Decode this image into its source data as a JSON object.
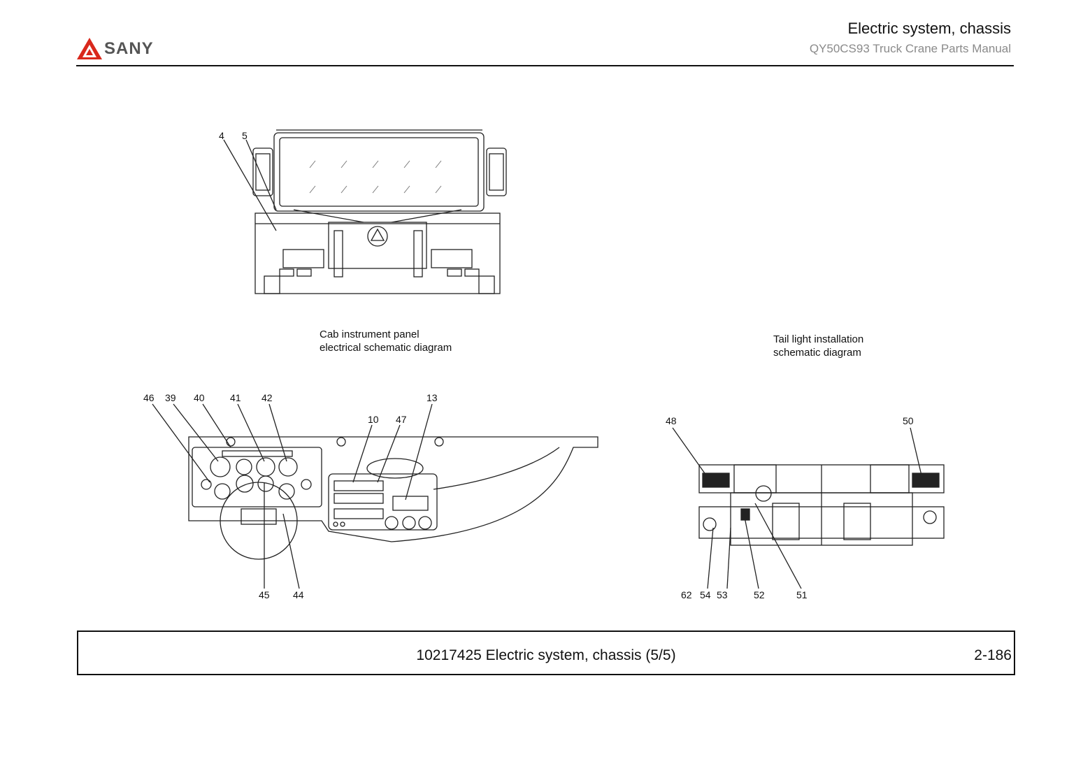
{
  "header": {
    "logo_text": "SANY",
    "brand_color": "#d9281c",
    "title": "Electric system, chassis",
    "subtitle": "QY50CS93 Truck Crane  Parts Manual"
  },
  "figures": {
    "cab_caption": "Cab instrument panel\nelectrical schematic diagram",
    "tail_caption": "Tail light installation\nschematic diagram",
    "callouts_front": [
      "4",
      "5"
    ],
    "callouts_dash_top": [
      "46",
      "39",
      "40",
      "41",
      "42",
      "10",
      "47",
      "13"
    ],
    "callouts_dash_bottom": [
      "45",
      "44"
    ],
    "callouts_tail_top": [
      "48",
      "50"
    ],
    "callouts_tail_bottom": [
      "62",
      "54",
      "53",
      "52",
      "51"
    ]
  },
  "footer": {
    "title": "10217425 Electric system, chassis (5/5)",
    "page": "2-186"
  }
}
